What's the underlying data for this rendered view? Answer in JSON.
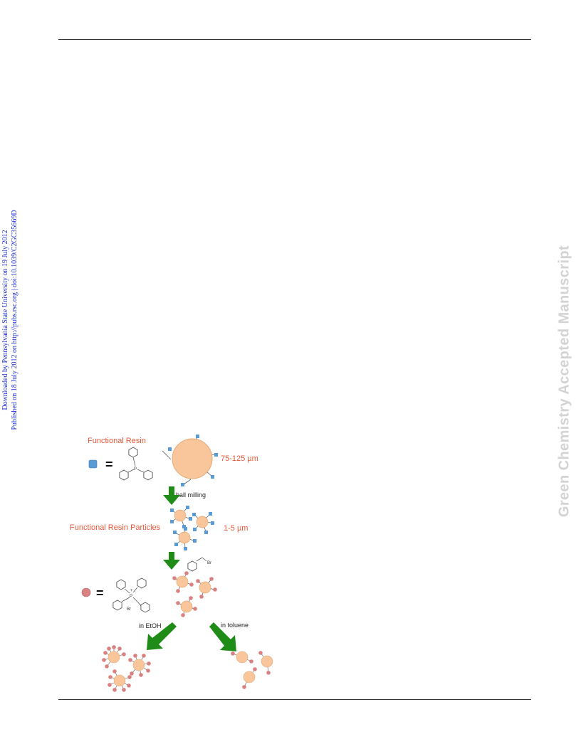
{
  "side_note": {
    "line1": "Downloaded by Pennsylvania State University on 19 July 2012",
    "line2": "Published on 18 July 2012 on http://pubs.rsc.org | doi:10.1039/C2GC35669D"
  },
  "watermark": "Green Chemistry Accepted Manuscript",
  "figure": {
    "functional_resin_label": "Functional Resin",
    "large_bead_size": "75-125 µm",
    "step1_label": "ball milling",
    "functional_resin_particles_label": "Functional Resin Particles",
    "small_particle_size": "1-5 µm",
    "reagent_br_label": "Br",
    "salt_br_label": "Br",
    "phosphorus_label": "P",
    "phosphonium_label": "P",
    "phosphonium_charge": "+",
    "ethanol_label": "in EtOH",
    "toluene_label": "in toluene",
    "legend_equals": "=",
    "colors": {
      "label_red": "#e8583a",
      "bead": "#f8c69a",
      "bead_edge": "#e3a978",
      "ligand_blue": "#5b9bd5",
      "ligand_red": "#d98080",
      "arrow_green": "#1e8c16"
    }
  }
}
